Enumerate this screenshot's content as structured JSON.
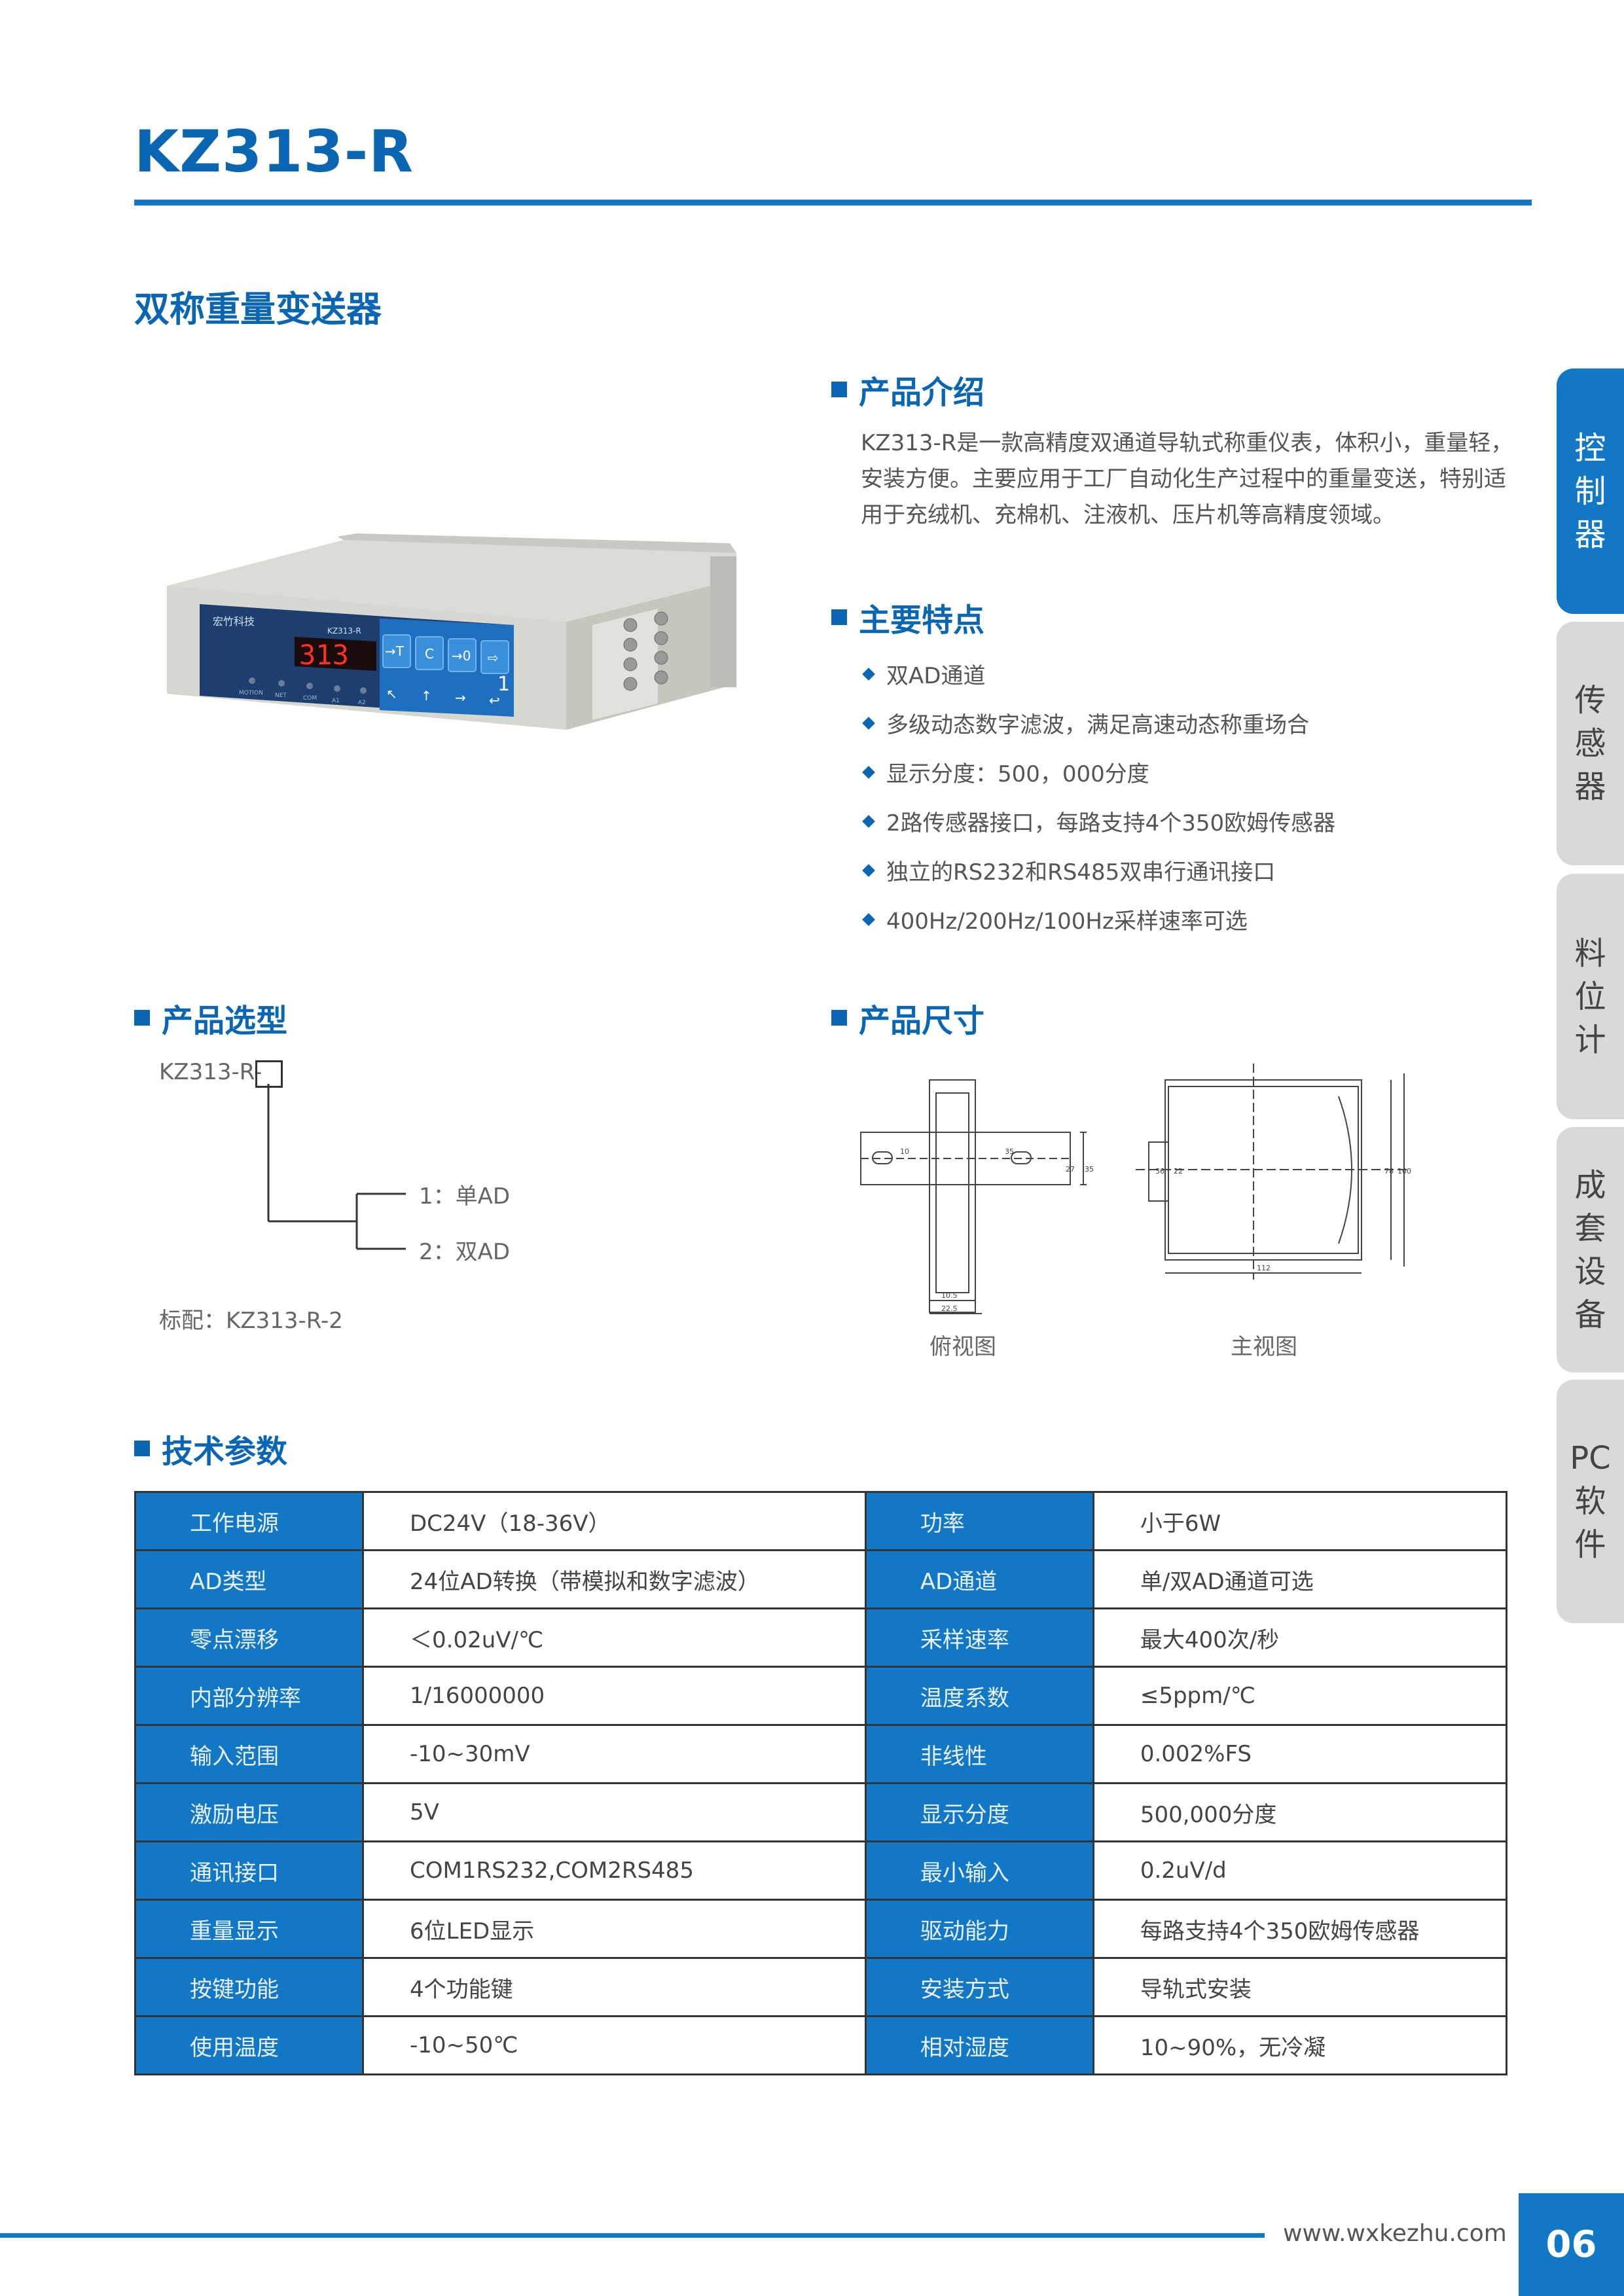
{
  "header": {
    "model": "KZ313-R",
    "subtitle": "双称重量变送器"
  },
  "intro": {
    "heading": "产品介绍",
    "text": "KZ313-R是一款高精度双通道导轨式称重仪表，体积小，重量轻，安装方便。主要应用于工厂自动化生产过程中的重量变送，特别适用于充绒机、充棉机、注液机、压片机等高精度领域。"
  },
  "features": {
    "heading": "主要特点",
    "items": [
      "双AD通道",
      "多级动态数字滤波，满足高速动态称重场合",
      "显示分度：500，000分度",
      "2路传感器接口，每路支持4个350欧姆传感器",
      "独立的RS232和RS485双串行通讯接口",
      "400Hz/200Hz/100Hz采样速率可选"
    ]
  },
  "device": {
    "brand": "宏竹科技",
    "model_label": "KZ313-R",
    "display": "313",
    "indicators": [
      "MOTION",
      "NET",
      "COM",
      "A1",
      "A2"
    ],
    "keys": [
      "→T←",
      "C",
      "→0←",
      "⇨"
    ],
    "nav": [
      "↖",
      "↑",
      "→",
      "↩"
    ],
    "digit_plate": "1"
  },
  "selection": {
    "heading": "产品选型",
    "code": "KZ313-R-",
    "option1": "1：单AD",
    "option2": "2：双AD",
    "standard": "标配：KZ313-R-2"
  },
  "dimensions": {
    "heading": "产品尺寸",
    "top_label": "俯视图",
    "front_label": "主视图",
    "top_dims": {
      "a": "10",
      "b": "35",
      "c": "27",
      "d": "35",
      "e": "10.5",
      "f": "22.5"
    },
    "front_dims": {
      "a": "36",
      "b": "22",
      "c": "78",
      "d": "100",
      "e": "112"
    }
  },
  "specs": {
    "heading": "技术参数",
    "rows": [
      {
        "k1": "工作电源",
        "v1": "DC24V（18-36V）",
        "k2": "功率",
        "v2": "小于6W"
      },
      {
        "k1": "AD类型",
        "v1": "24位AD转换（带模拟和数字滤波）",
        "k2": "AD通道",
        "v2": "单/双AD通道可选"
      },
      {
        "k1": "零点漂移",
        "v1": "＜0.02uV/℃",
        "k2": "采样速率",
        "v2": "最大400次/秒"
      },
      {
        "k1": "内部分辨率",
        "v1": "1/16000000",
        "k2": "温度系数",
        "v2": "≤5ppm/℃"
      },
      {
        "k1": "输入范围",
        "v1": "-10~30mV",
        "k2": "非线性",
        "v2": "0.002%FS"
      },
      {
        "k1": "激励电压",
        "v1": "5V",
        "k2": "显示分度",
        "v2": "500,000分度"
      },
      {
        "k1": "通讯接口",
        "v1": "COM1RS232,COM2RS485",
        "k2": "最小输入",
        "v2": "0.2uV/d"
      },
      {
        "k1": "重量显示",
        "v1": "6位LED显示",
        "k2": "驱动能力",
        "v2": "每路支持4个350欧姆传感器"
      },
      {
        "k1": "按键功能",
        "v1": "4个功能键",
        "k2": "安装方式",
        "v2": "导轨式安装"
      },
      {
        "k1": "使用温度",
        "v1": "-10~50℃",
        "k2": "相对湿度",
        "v2": "10~90%，无冷凝"
      }
    ]
  },
  "side_tabs": [
    {
      "l1": "控",
      "l2": "制",
      "l3": "器",
      "active": true
    },
    {
      "l1": "传",
      "l2": "感",
      "l3": "器",
      "active": false
    },
    {
      "l1": "料",
      "l2": "位",
      "l3": "计",
      "active": false
    },
    {
      "l1": "成",
      "l2": "套",
      "l3": "设",
      "l4": "备",
      "active": false
    },
    {
      "l1": "PC",
      "l2": "软",
      "l3": "件",
      "active": false
    }
  ],
  "footer": {
    "url": "www.wxkezhu.com",
    "page": "06"
  },
  "colors": {
    "brand_blue": "#1277c4",
    "title_blue": "#0a66b3",
    "tab_grey": "#d9d9d9"
  }
}
